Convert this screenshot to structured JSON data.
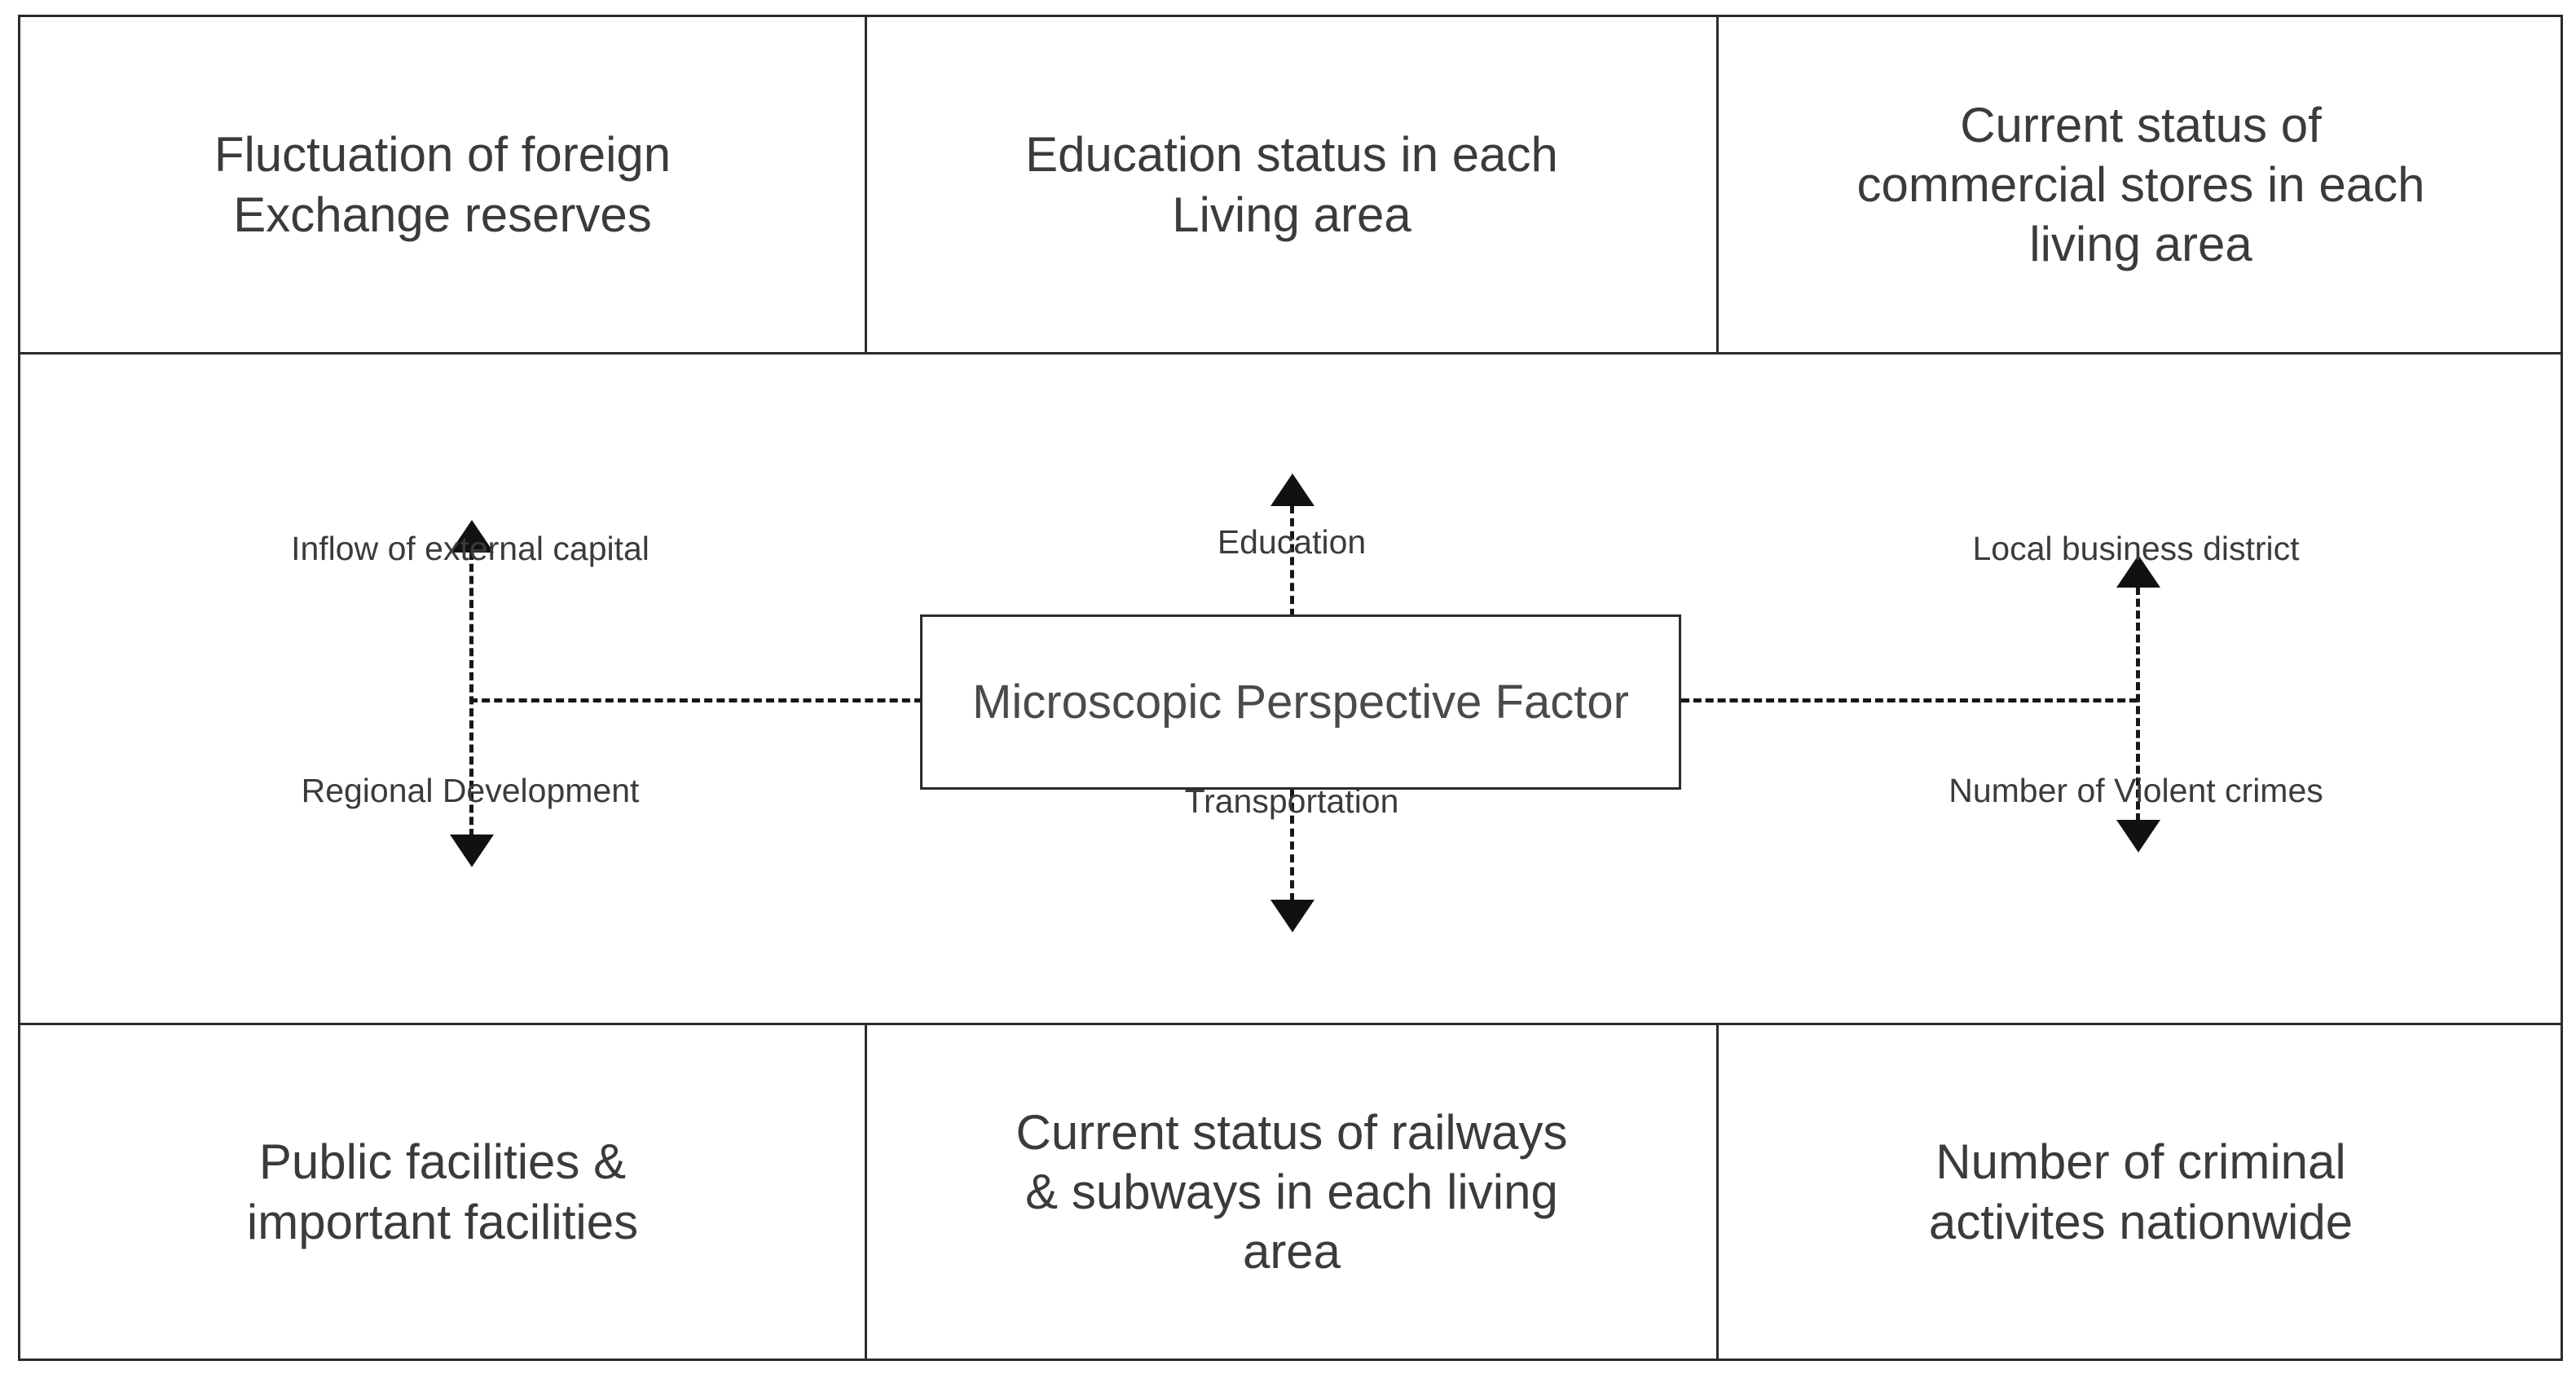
{
  "diagram": {
    "title": "Microscopic Perspective Factor",
    "center_node": {
      "label": "Microscopic Perspective Factor"
    },
    "top_row": [
      {
        "label": "Fluctuation of foreign\nExchange reserves"
      },
      {
        "label": "Education status in each\nLiving area"
      },
      {
        "label": "Current status of\ncommercial stores in each\nliving area"
      }
    ],
    "bottom_row": [
      {
        "label": "Public facilities &\nimportant facilities"
      },
      {
        "label": "Current status of railways\n& subways in each living\narea"
      },
      {
        "label": "Number of criminal\nactivites nationwide"
      }
    ],
    "factors": {
      "top_left": "Inflow of external capital",
      "bottom_left": "Regional Development",
      "top_center": "Education",
      "bottom_center": "Transportation",
      "top_right": "Local business district",
      "bottom_right": "Number of Violent crimes"
    },
    "colors": {
      "border": "#2b2b2b",
      "text": "#3b3b3b",
      "connector": "#171717",
      "background": "#ffffff"
    }
  }
}
